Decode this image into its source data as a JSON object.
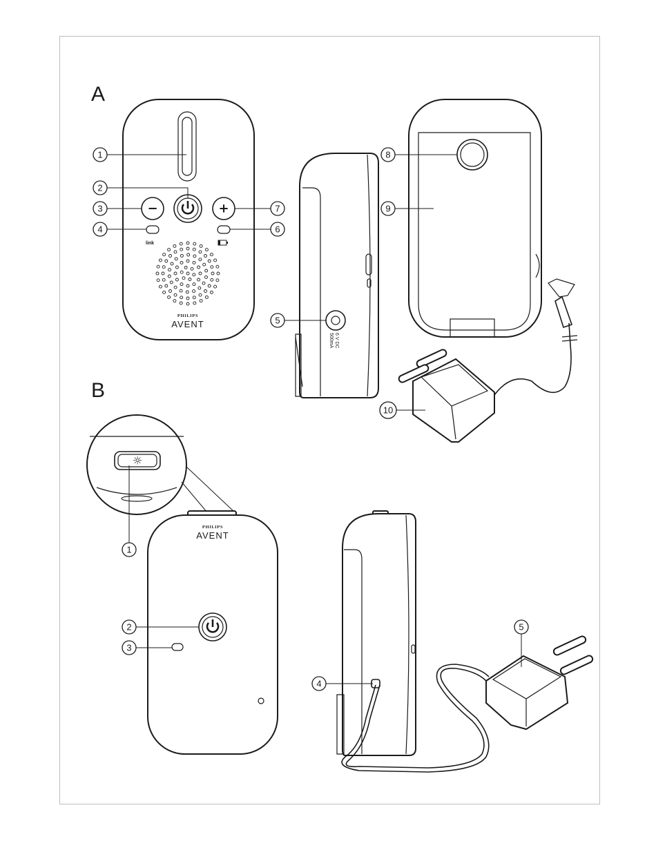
{
  "sections": {
    "a": "A",
    "b": "B"
  },
  "labels": {
    "link": "link",
    "brand": "PHILIPS",
    "product": "AVENT",
    "power_spec_1": "6 V DC",
    "power_spec_2": "500mA",
    "minus": "−",
    "plus": "+",
    "sun": "☼"
  },
  "callouts_a": [
    "1",
    "2",
    "3",
    "4",
    "5",
    "6",
    "7",
    "8",
    "9",
    "10"
  ],
  "callouts_b": [
    "1",
    "2",
    "3",
    "4",
    "5"
  ]
}
